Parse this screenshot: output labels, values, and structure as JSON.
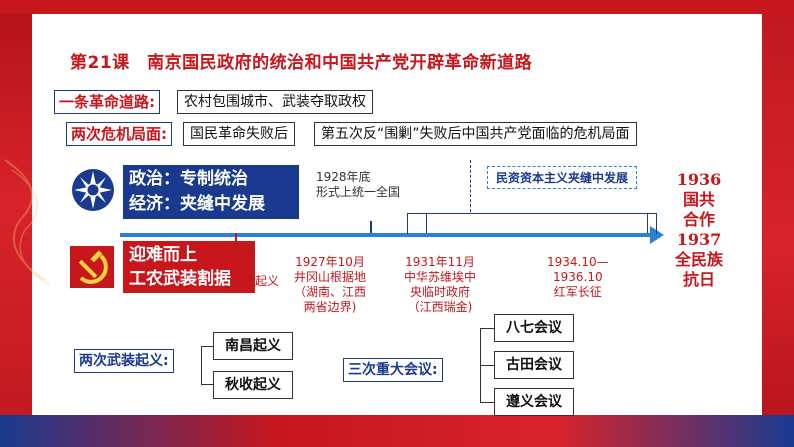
{
  "title": "第21课　南京国民政府的统治和中国共产党开辟革命新道路",
  "road": {
    "label": "一条革命道路:",
    "value": "农村包围城市、武装夺取政权"
  },
  "crisis": {
    "label": "两次危机局面:",
    "items": [
      "国民革命失败后",
      "第五次反“围剿”失败后中国共产党面临的危机局面"
    ]
  },
  "kmt": {
    "line1": "政治：专制统治",
    "line2": "经济：夹缝中发展",
    "event_1928": [
      "1928年底",
      "形式上统一全国"
    ],
    "bourgeoisie": "民资资本主义夹缝中发展"
  },
  "ccp": {
    "line1": "迎难而上",
    "line2": "工农武装割据",
    "fragment": "起义"
  },
  "events": [
    {
      "lines": [
        "1927年10月",
        "井冈山根据地",
        "（湖南、江西",
        "两省边界)"
      ]
    },
    {
      "lines": [
        "1931年11月",
        "中华苏维埃中",
        "央临时政府",
        "（江西瑞金)"
      ]
    },
    {
      "lines": [
        "1934.10—",
        "1936.10",
        "红军长征"
      ]
    }
  ],
  "right_col": [
    "1936",
    "国共",
    "合作",
    "1937",
    "全民族",
    "抗日"
  ],
  "uprisings": {
    "label": "两次武装起义:",
    "items": [
      "南昌起义",
      "秋收起义"
    ]
  },
  "meetings": {
    "label": "三次重大会议:",
    "items": [
      "八七会议",
      "古田会议",
      "遵义会议"
    ]
  },
  "colors": {
    "red": "#c8161d",
    "blue": "#1a3a8f",
    "timeline": "#2a7fd6"
  }
}
